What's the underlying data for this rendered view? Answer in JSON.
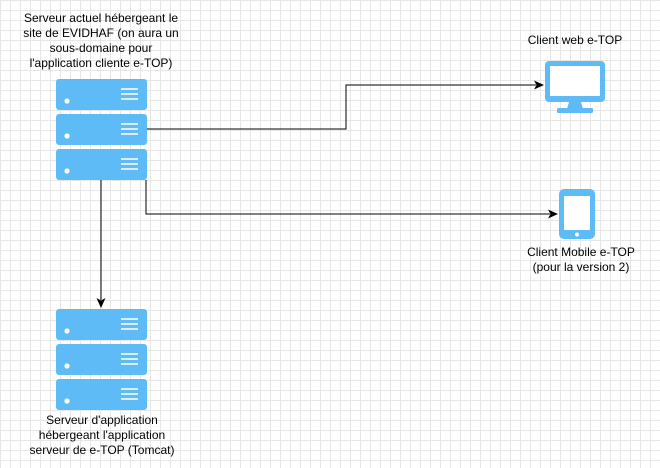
{
  "nodes": {
    "current_server": {
      "label_lines": [
        "Serveur actuel hébergeant le",
        "site de EVIDHAF (on aura un",
        "sous-domaine pour",
        "l'application cliente e-TOP)"
      ]
    },
    "app_server": {
      "label_lines": [
        "Serveur d'application",
        "hébergeant l'application",
        "serveur de e-TOP (Tomcat)"
      ]
    },
    "web_client": {
      "label_lines": [
        "Client web e-TOP"
      ]
    },
    "mobile_client": {
      "label_lines": [
        "Client Mobile e-TOP",
        "(pour la version 2)"
      ]
    }
  },
  "icons": {
    "server": "server-icon",
    "monitor": "monitor-icon",
    "mobile": "mobile-icon"
  },
  "colors": {
    "icon_fill": "#5fbbf5",
    "grid": "#e6e6e6",
    "connector": "#000000"
  }
}
